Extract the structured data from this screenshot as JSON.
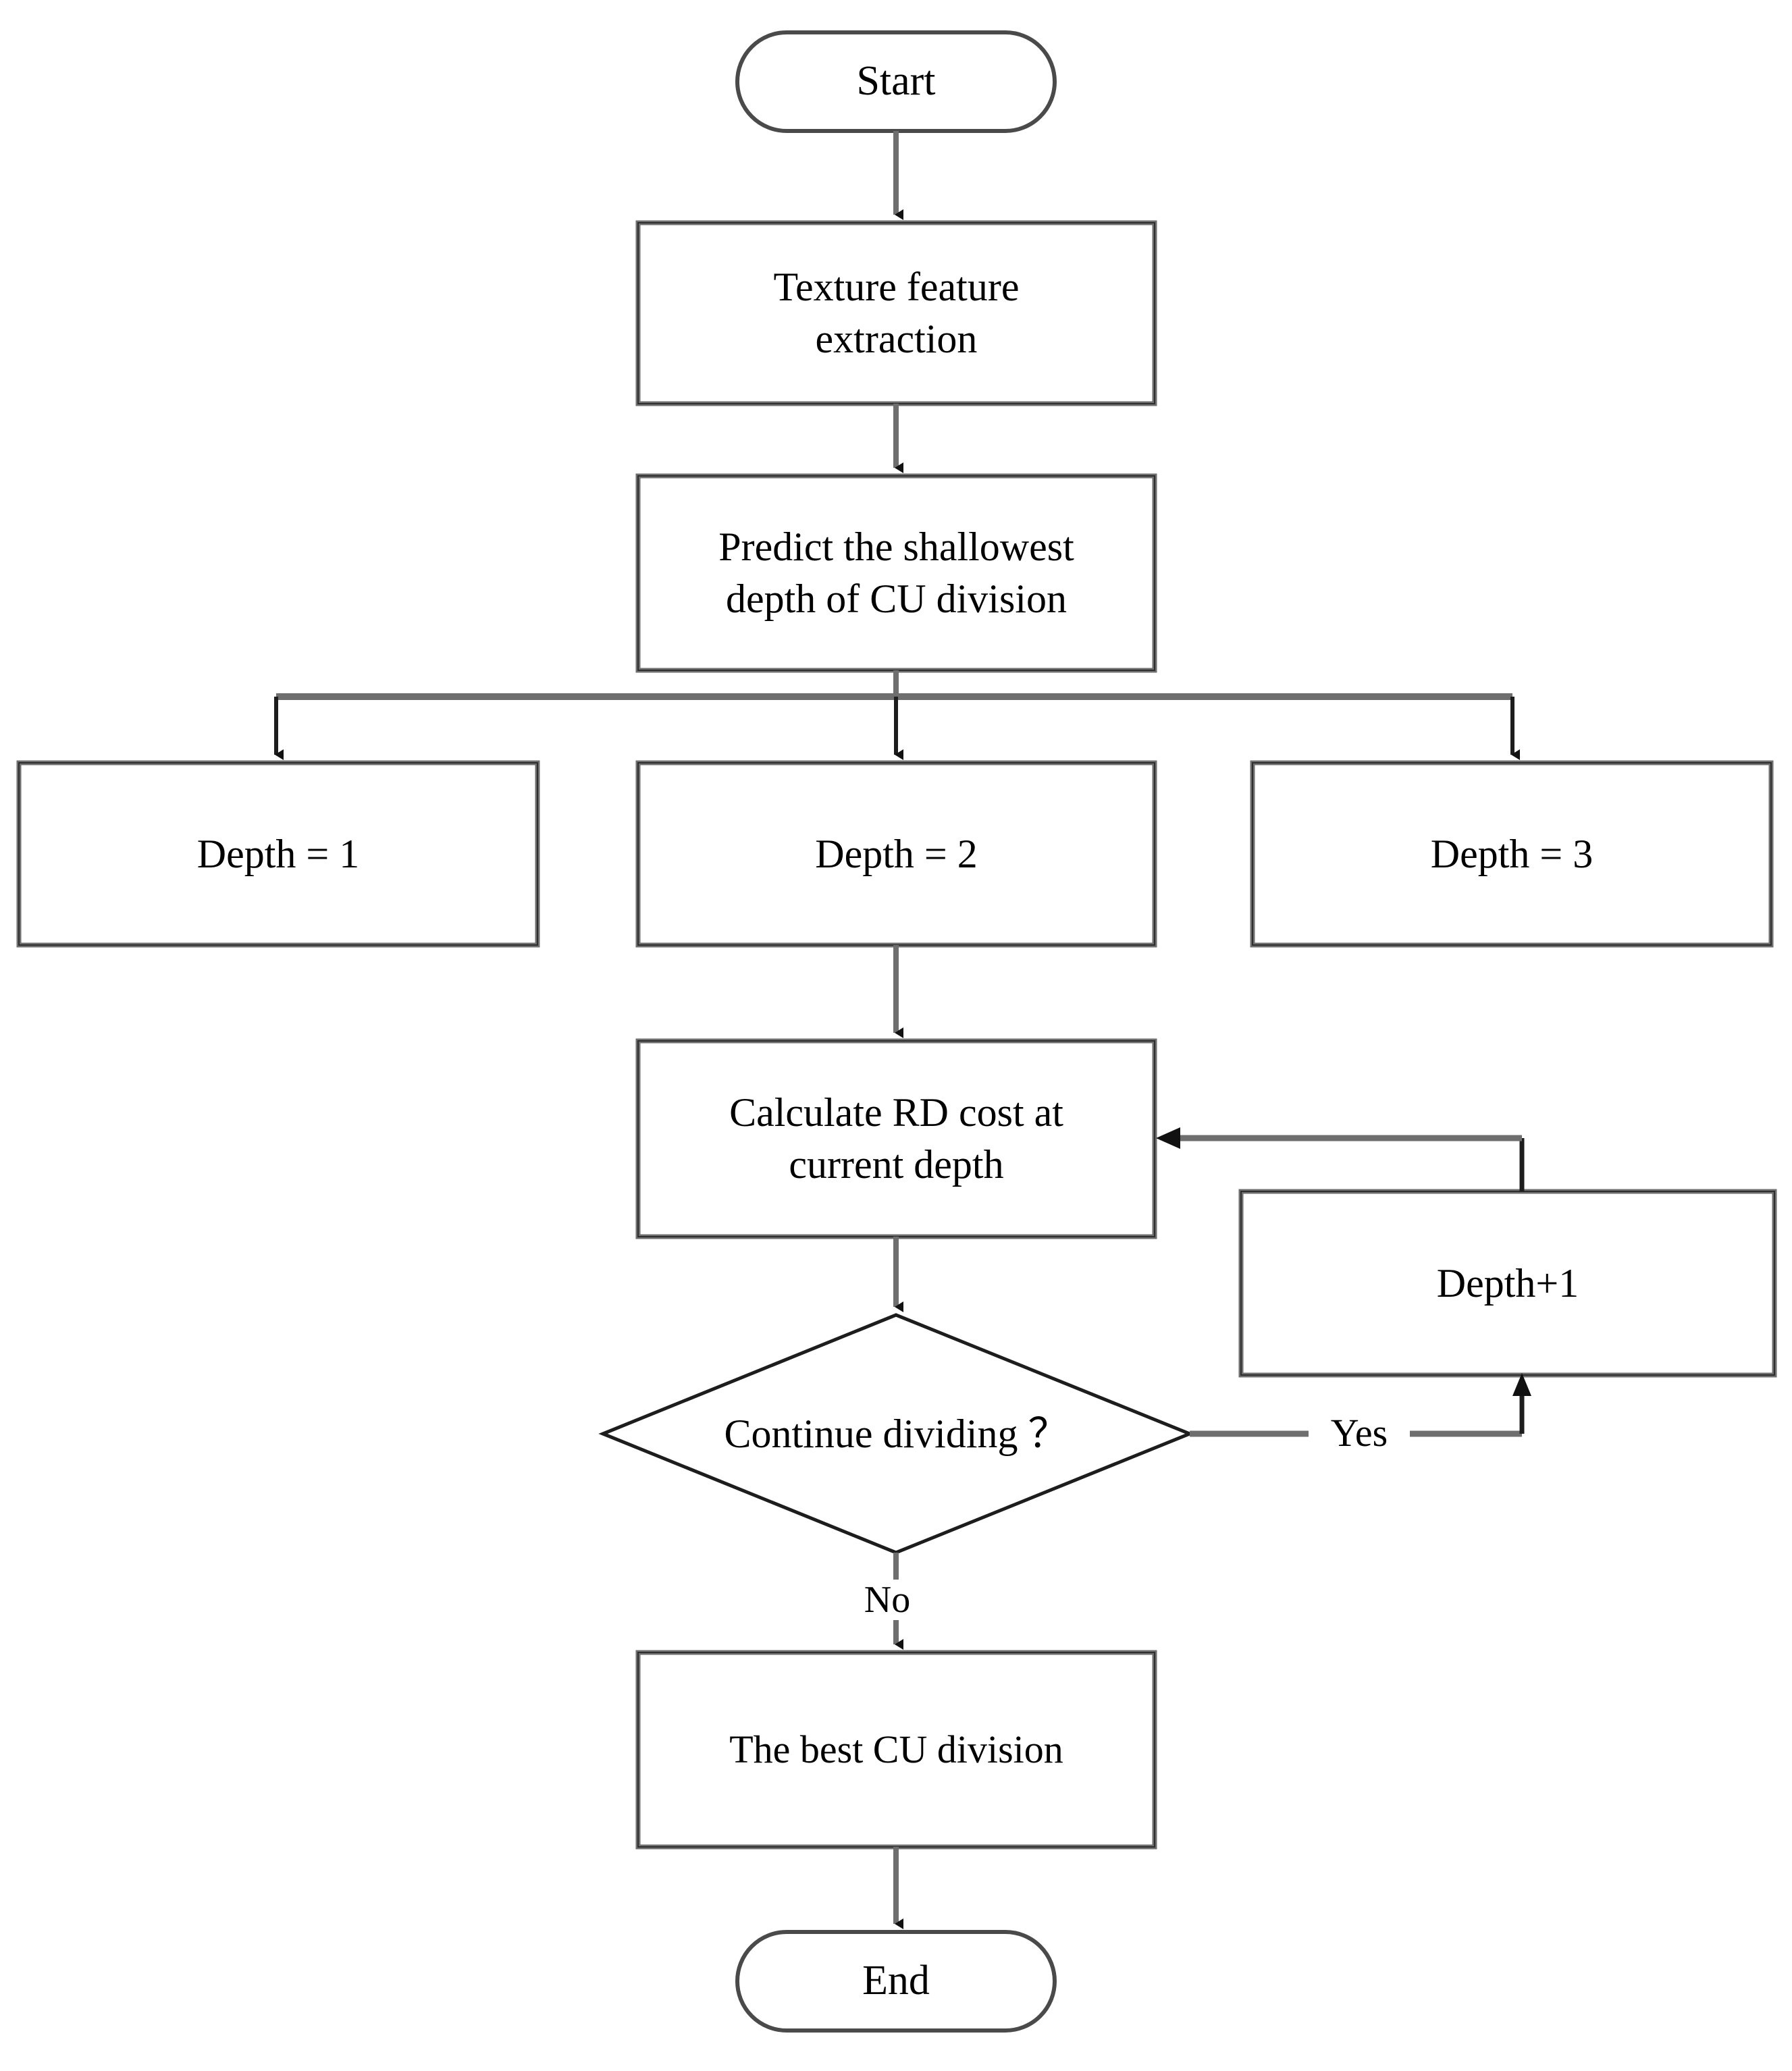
{
  "diagram": {
    "title": "CU division decision flowchart",
    "background_color": "#ffffff",
    "border_color": "#6e6e6e",
    "border_dark_color": "#3a3a3a",
    "line_color": "#6e6e6e",
    "text_color": "#000000"
  },
  "nodes": {
    "start": {
      "label": "Start",
      "shape": "terminator"
    },
    "texture": {
      "label": "Texture feature\nextraction",
      "shape": "process"
    },
    "predict": {
      "label": "Predict the shallowest\ndepth of CU division",
      "shape": "process"
    },
    "depth1": {
      "label": "Depth = 1",
      "shape": "process"
    },
    "depth2": {
      "label": "Depth = 2",
      "shape": "process"
    },
    "depth3": {
      "label": "Depth = 3",
      "shape": "process"
    },
    "calc_rd": {
      "label": "Calculate RD cost at\ncurrent depth",
      "shape": "process"
    },
    "depth_plus": {
      "label": "Depth+1",
      "shape": "process"
    },
    "decision": {
      "label": "Continue dividing ？",
      "shape": "decision"
    },
    "best": {
      "label": "The best CU division",
      "shape": "process"
    },
    "end": {
      "label": "End",
      "shape": "terminator"
    }
  },
  "edge_labels": {
    "yes": "Yes",
    "no": "No"
  }
}
